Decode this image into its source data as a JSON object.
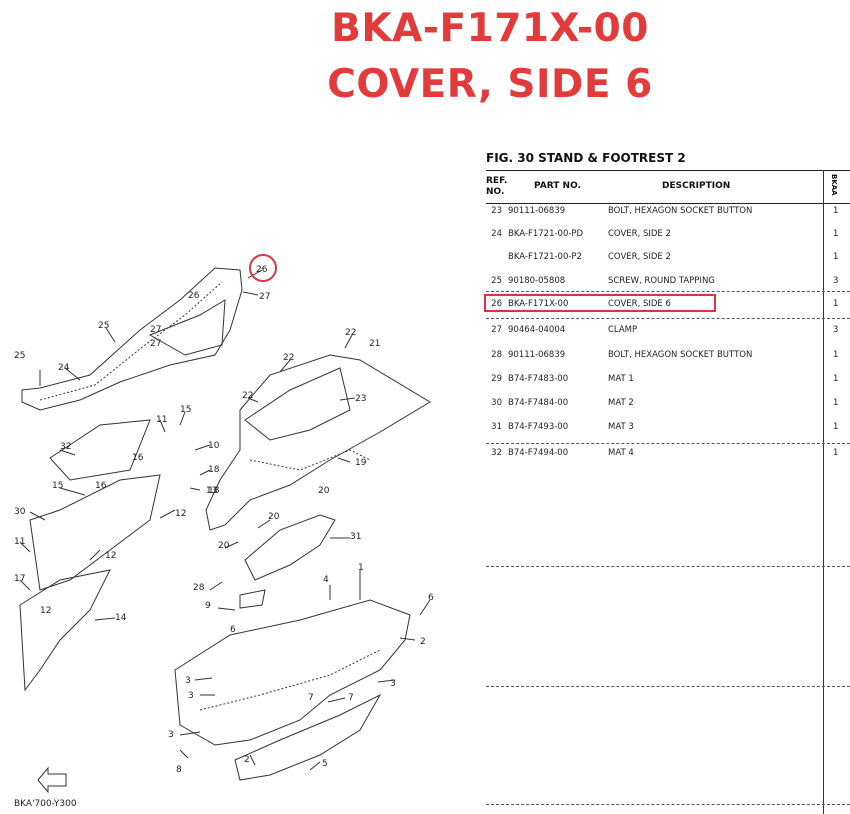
{
  "header": {
    "title_line1": "BKA-F171X-00",
    "title_line2": "COVER, SIDE 6"
  },
  "figure": {
    "title": "FIG. 30  STAND & FOOTREST 2",
    "footer_code": "BKA'700-Y300",
    "callouts": [
      "26",
      "27",
      "25",
      "26",
      "24",
      "27",
      "27",
      "25",
      "22",
      "21",
      "22",
      "22",
      "23",
      "19",
      "11",
      "15",
      "10",
      "16",
      "18",
      "18",
      "13",
      "32",
      "15",
      "16",
      "30",
      "12",
      "11",
      "20",
      "20",
      "31",
      "12",
      "17",
      "12",
      "14",
      "20",
      "28",
      "4",
      "1",
      "6",
      "9",
      "6",
      "2",
      "3",
      "3",
      "7",
      "7",
      "3",
      "3",
      "2",
      "5",
      "8"
    ]
  },
  "table": {
    "headers": {
      "ref": "REF. NO.",
      "ref_a": "REF.",
      "ref_b": "NO.",
      "part": "PART NO.",
      "desc": "DESCRIPTION",
      "qty": "BKAA"
    },
    "rows": [
      {
        "ref": "23",
        "part": "90111-06839",
        "desc": "BOLT, HEXAGON SOCKET BUTTON",
        "qty": "1"
      },
      {
        "ref": "24",
        "part": "BKA-F1721-00-PD",
        "desc": "COVER, SIDE 2",
        "qty": "1"
      },
      {
        "ref": "",
        "part": "BKA-F1721-00-P2",
        "desc": "COVER, SIDE 2",
        "qty": "1"
      },
      {
        "ref": "25",
        "part": "90180-05808",
        "desc": "SCREW, ROUND TAPPING",
        "qty": "3"
      },
      {
        "ref": "26",
        "part": "BKA-F171X-00",
        "desc": "COVER, SIDE 6",
        "qty": "1"
      },
      {
        "ref": "27",
        "part": "90464-04004",
        "desc": "CLAMP",
        "qty": "3"
      },
      {
        "ref": "28",
        "part": "90111-06839",
        "desc": "BOLT, HEXAGON SOCKET BUTTON",
        "qty": "1"
      },
      {
        "ref": "29",
        "part": "B74-F7483-00",
        "desc": "MAT 1",
        "qty": "1"
      },
      {
        "ref": "30",
        "part": "B74-F7484-00",
        "desc": "MAT 2",
        "qty": "1"
      },
      {
        "ref": "31",
        "part": "B74-F7493-00",
        "desc": "MAT 3",
        "qty": "1"
      },
      {
        "ref": "32",
        "part": "B74-F7494-00",
        "desc": "MAT 4",
        "qty": "1"
      }
    ]
  },
  "colors": {
    "title": "#e23b3b",
    "highlight": "#d9343f"
  }
}
